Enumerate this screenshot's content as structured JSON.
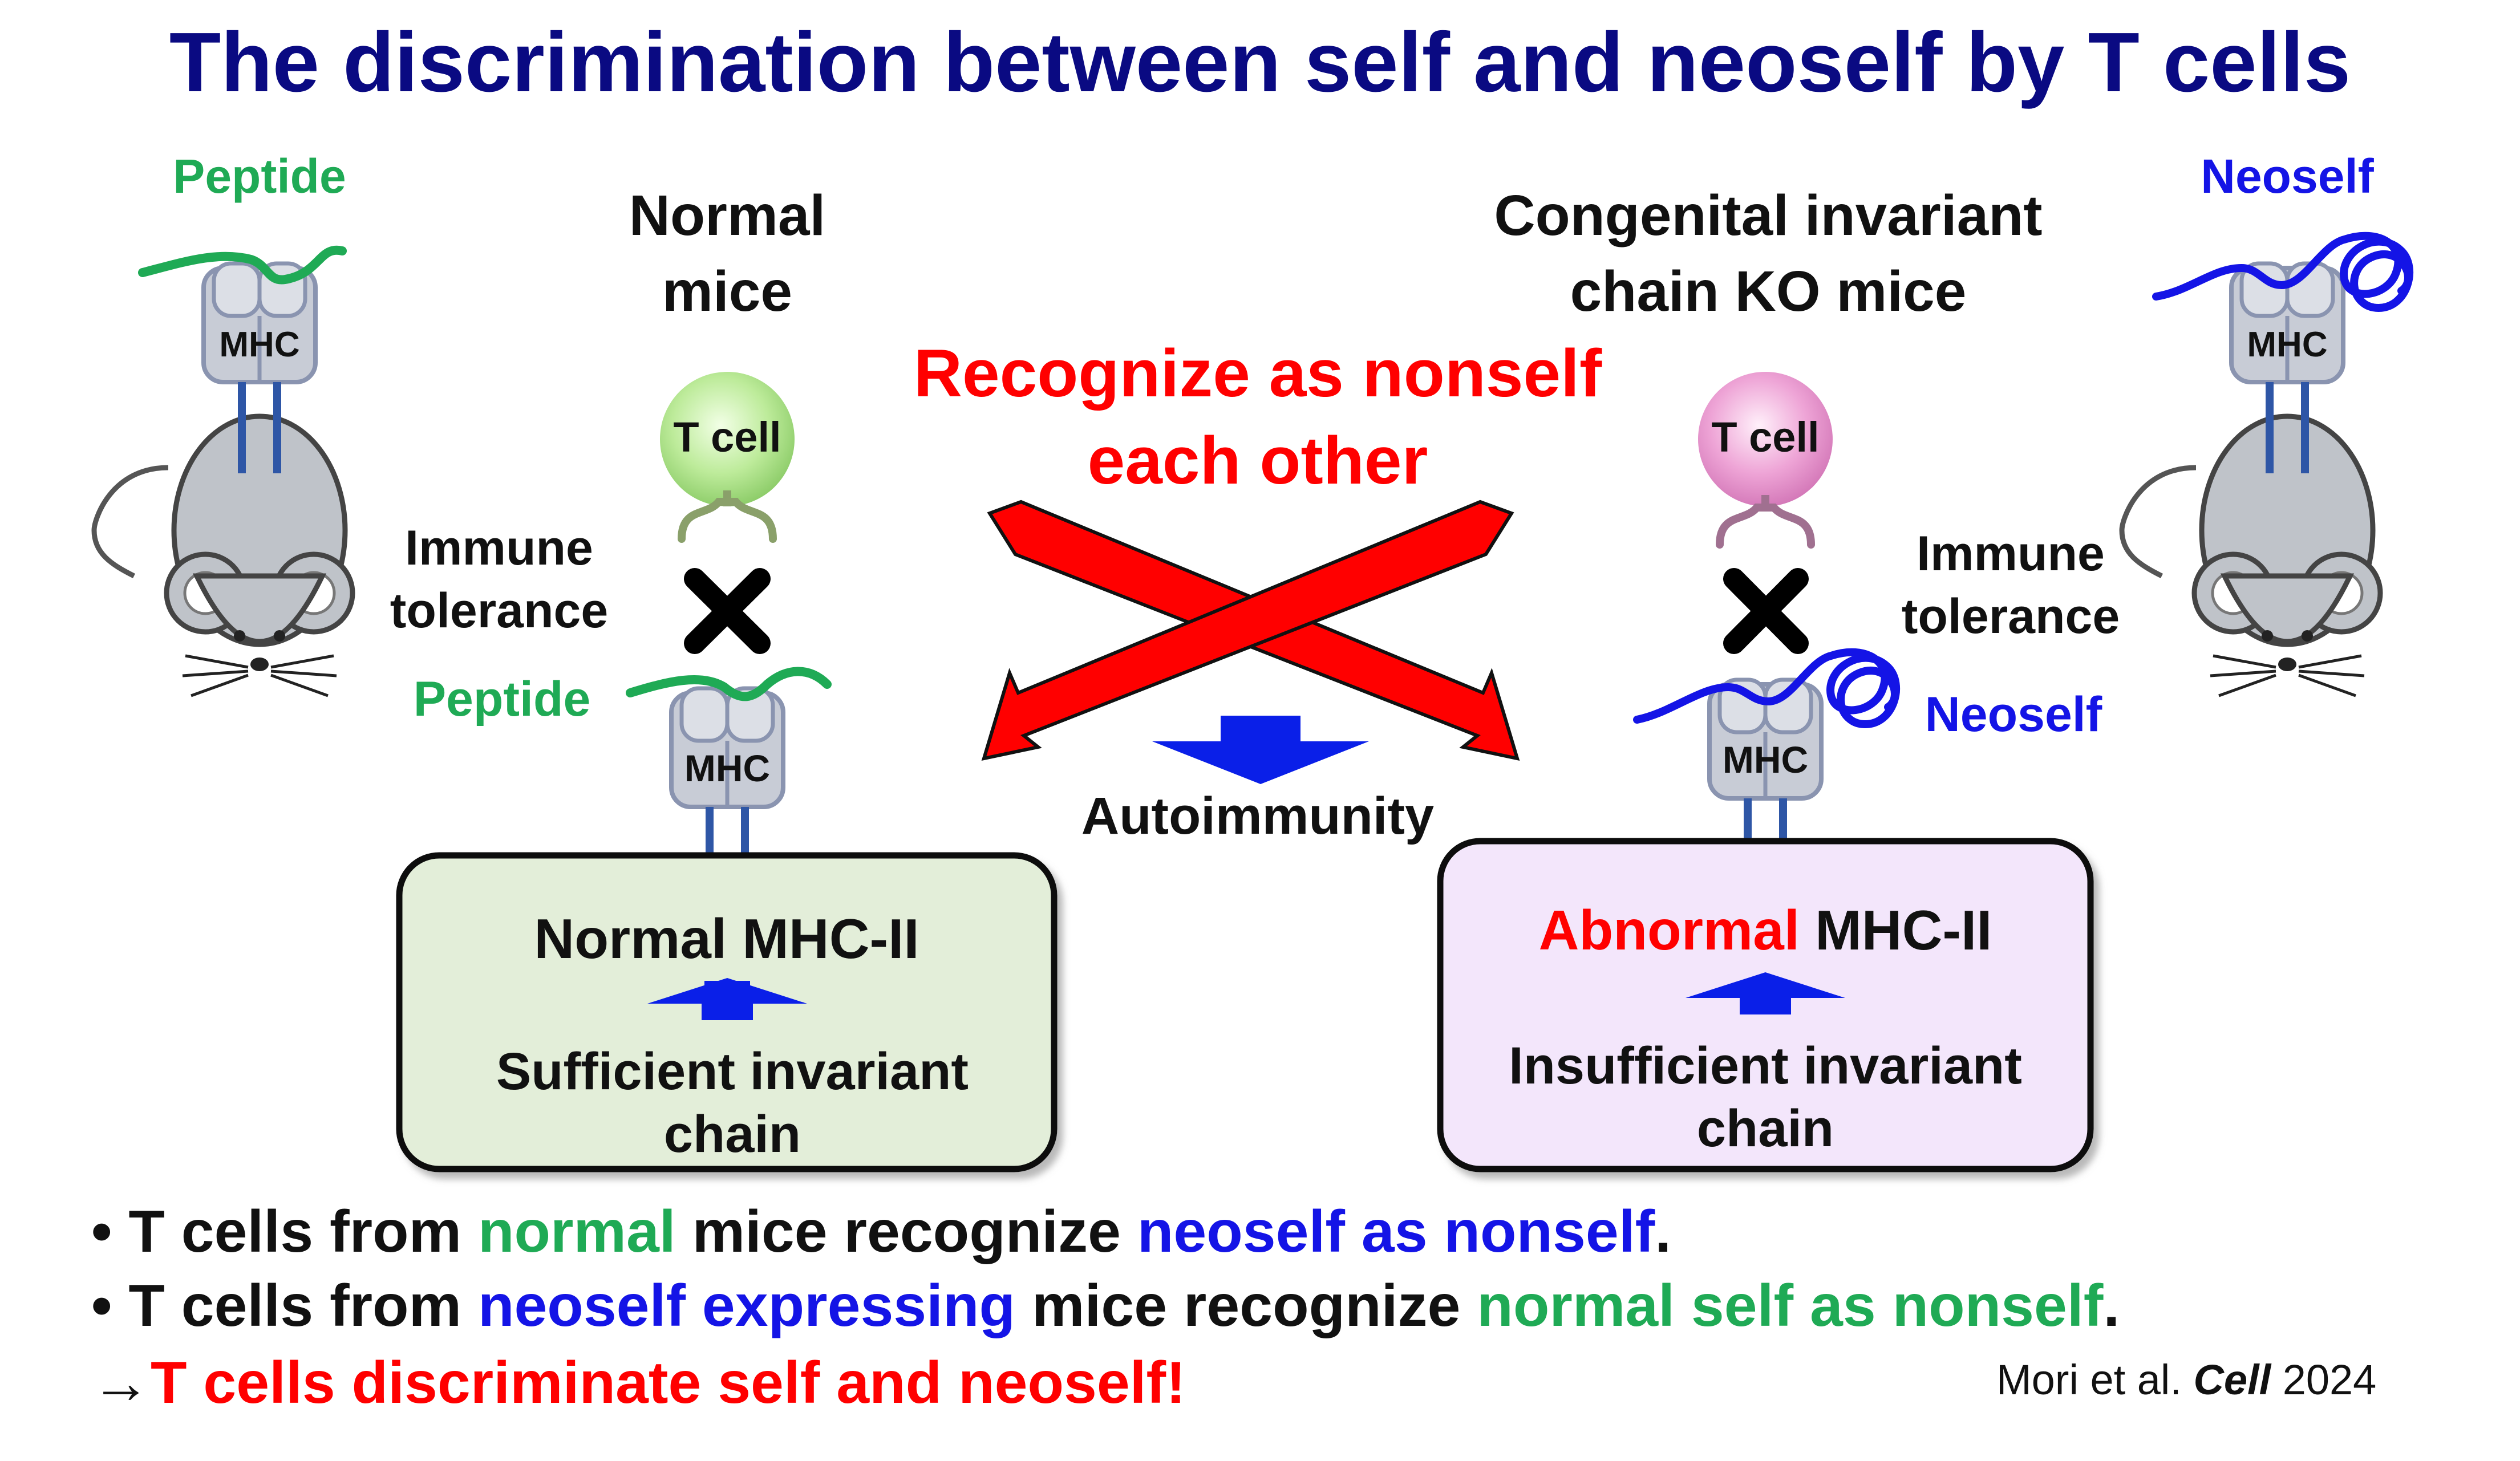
{
  "title": "The discrimination between self and neoself by T cells",
  "left_panel": {
    "peptide_top_label": "Peptide",
    "mouse_mhc_label": "MHC",
    "heading_line1": "Normal",
    "heading_line2": "mice",
    "tcell_label": "T cell",
    "tolerance_line1": "Immune",
    "tolerance_line2": "tolerance",
    "peptide_label": "Peptide",
    "mhc_label": "MHC",
    "box_title": "Normal MHC-II",
    "box_sub_line1": "Sufficient invariant",
    "box_sub_line2": "chain",
    "box_color": "#e3eed9",
    "tcell_color": "#9fdc7a"
  },
  "right_panel": {
    "neoself_top_label": "Neoself",
    "mouse_mhc_label": "MHC",
    "heading_line1": "Congenital invariant",
    "heading_line2": "chain KO mice",
    "tcell_label": "T cell",
    "tolerance_line1": "Immune",
    "tolerance_line2": "tolerance",
    "neoself_label": "Neoself",
    "mhc_label": "MHC",
    "box_title_red": "Abnormal",
    "box_title_rest": " MHC-II",
    "box_sub_line1": "Insufficient invariant",
    "box_sub_line2": "chain",
    "box_color": "#f3e6fb",
    "tcell_color": "#e37fc4"
  },
  "center": {
    "recognize_line1": "Recognize as nonself",
    "recognize_line2": "each other",
    "autoimmunity_label": "Autoimmunity"
  },
  "bullets": {
    "b1": {
      "p1": "T cells from ",
      "p2": "normal",
      "p3": " mice recognize ",
      "p4": "neoself as nonself",
      "p5": "."
    },
    "b2": {
      "p1": "T cells from ",
      "p2": "neoself expressing",
      "p3": " mice recognize ",
      "p4": "normal self as nonself",
      "p5": "."
    },
    "conclusion_arrow": "→",
    "conclusion": "T cells discriminate self and neoself!"
  },
  "citation": {
    "authors": "Mori et al. ",
    "journal": "Cell",
    "year": " 2024"
  },
  "colors": {
    "title": "#0a0a82",
    "green": "#1faa55",
    "blue": "#1414e6",
    "red": "#ff0000",
    "arrow_blue": "#0a1fe8",
    "mhc_bar": "#2e56a6"
  }
}
